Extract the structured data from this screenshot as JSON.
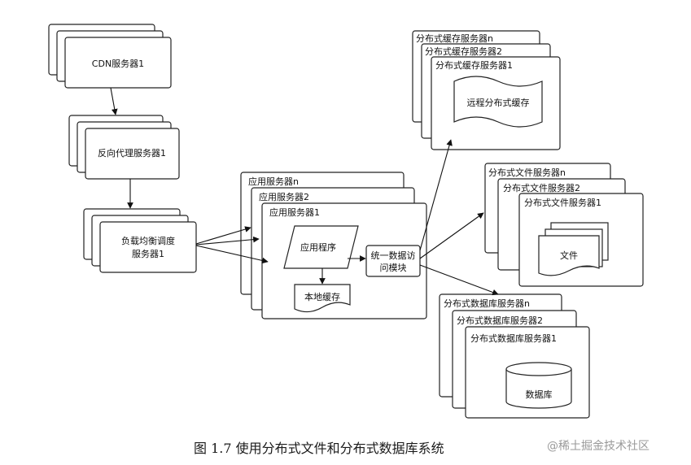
{
  "cdn": {
    "label": "CDN服务器1"
  },
  "proxy": {
    "label": "反向代理服务器1"
  },
  "lb": {
    "line1": "负载均衡调度",
    "line2": "服务器1"
  },
  "app": {
    "stack_labels": [
      "应用服务器n",
      "应用服务器2",
      "应用服务器1"
    ],
    "program": "应用程序",
    "local_cache": "本地缓存",
    "data_access_line1": "统一数据访",
    "data_access_line2": "问模块"
  },
  "cache": {
    "stack_labels": [
      "分布式缓存服务器n",
      "分布式缓存服务器2",
      "分布式缓存服务器1"
    ],
    "content": "远程分布式缓存"
  },
  "file": {
    "stack_labels": [
      "分布式文件服务器n",
      "分布式文件服务器2",
      "分布式文件服务器1"
    ],
    "content": "文件"
  },
  "db": {
    "stack_labels": [
      "分布式数据库服务器n",
      "分布式数据库服务器2",
      "分布式数据库服务器1"
    ],
    "content": "数据库"
  },
  "caption": "图 1.7   使用分布式文件和分布式数据库系统",
  "watermark": "@稀土掘金技术社区"
}
